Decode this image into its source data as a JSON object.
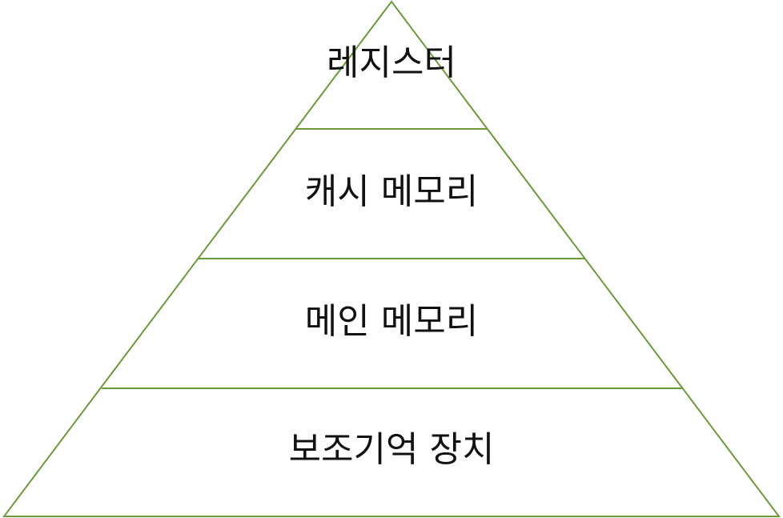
{
  "diagram": {
    "type": "pyramid",
    "line_color": "#6a9a3a",
    "levels": [
      {
        "label": "레지스터"
      },
      {
        "label": "캐시 메모리"
      },
      {
        "label": "메인 메모리"
      },
      {
        "label": "보조기억 장치"
      }
    ]
  }
}
